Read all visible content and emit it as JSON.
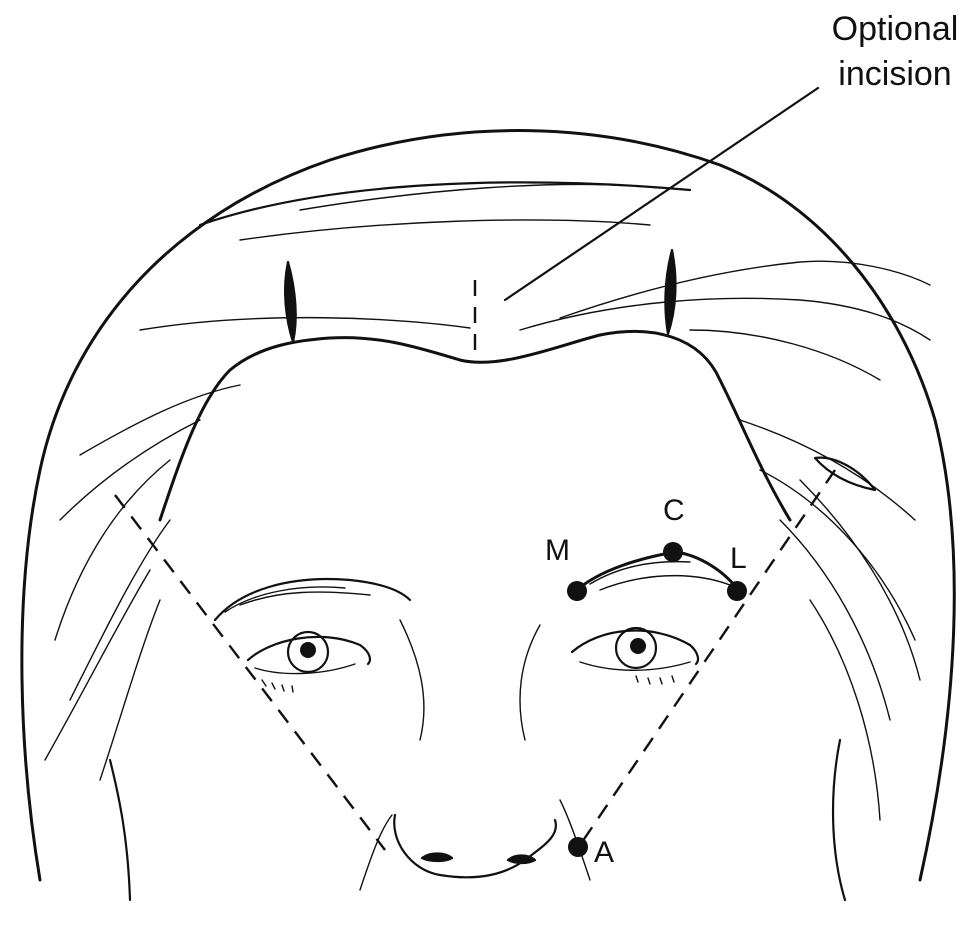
{
  "callout": {
    "line1": "Optional",
    "line2": "incision"
  },
  "points": {
    "M": "M",
    "C": "C",
    "L": "L",
    "A": "A"
  },
  "colors": {
    "ink": "#111111",
    "background": "#ffffff"
  }
}
